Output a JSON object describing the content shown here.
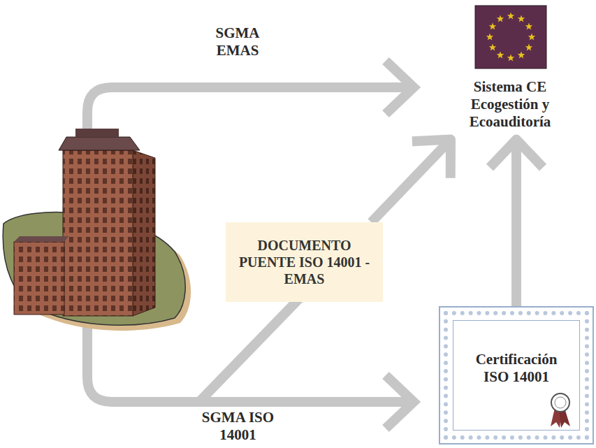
{
  "diagram": {
    "nodes": [
      {
        "text": [
          "Sistema CE Ecogestión y Ecoauditoría"
        ]
      },
      {
        "text": [
          "DOCUMENTO PUENTE ISO 14001 - EMAS"
        ]
      },
      {
        "text": [
          "Certificación ISO 14001"
        ]
      }
    ],
    "edges": [
      {
        "from": 1,
        "to": 0,
        "arrow": "to"
      },
      {
        "from": 2,
        "to": 0,
        "arrow": "to"
      }
    ],
    "labels": [
      "SGMA EMAS",
      "SGMA ISO 14001"
    ]
  }
}
